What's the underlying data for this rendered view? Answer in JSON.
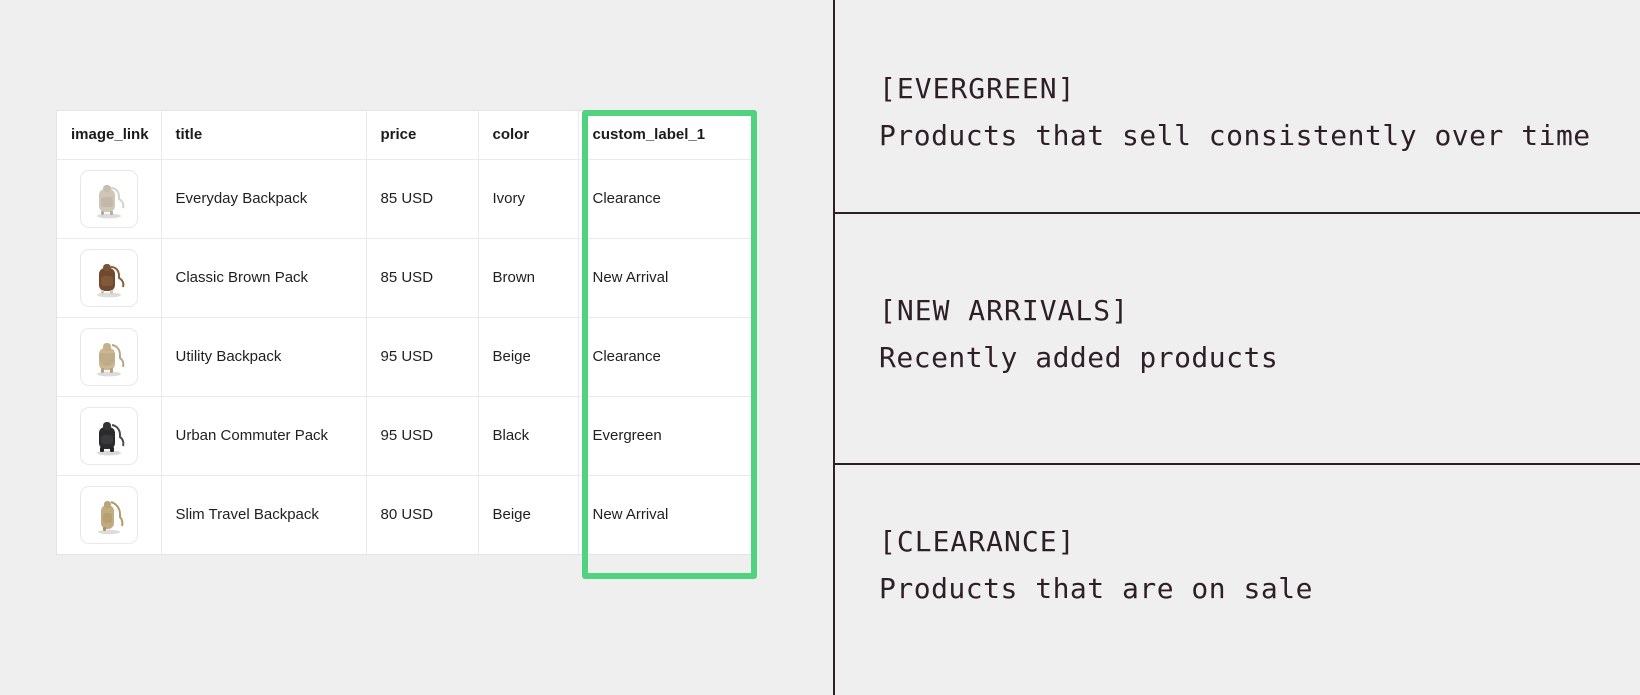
{
  "colors": {
    "page_background": "#efefef",
    "highlight_green": "#51d27e",
    "panel_rule": "#2e1f26",
    "table_background": "#ffffff",
    "table_border": "#eaeaea",
    "text": "#1f1f1f"
  },
  "table": {
    "columns": [
      {
        "key": "image_link",
        "label": "image_link",
        "highlighted": false
      },
      {
        "key": "title",
        "label": "title",
        "highlighted": false
      },
      {
        "key": "price",
        "label": "price",
        "highlighted": false
      },
      {
        "key": "color",
        "label": "color",
        "highlighted": false
      },
      {
        "key": "custom_label_1",
        "label": "custom_label_1",
        "highlighted": true
      }
    ],
    "highlighted_column": "custom_label_1",
    "rows": [
      {
        "image_icon": "backpack-ivory-thumbnail",
        "image_color": "#cfc6b8",
        "title": "Everyday Backpack",
        "price": "85 USD",
        "color": "Ivory",
        "custom_label_1": "Clearance"
      },
      {
        "image_icon": "backpack-brown-thumbnail",
        "image_color": "#6f4a2f",
        "title": "Classic Brown Pack",
        "price": "85 USD",
        "color": "Brown",
        "custom_label_1": "New Arrival"
      },
      {
        "image_icon": "backpack-beige-thumbnail",
        "image_color": "#cbb792",
        "title": "Utility Backpack",
        "price": "95 USD",
        "color": "Beige",
        "custom_label_1": "Clearance"
      },
      {
        "image_icon": "backpack-black-thumbnail",
        "image_color": "#2b2b2d",
        "title": "Urban Commuter Pack",
        "price": "95 USD",
        "color": "Black",
        "custom_label_1": "Evergreen"
      },
      {
        "image_icon": "backpack-tan-thumbnail",
        "image_color": "#c3ab80",
        "title": "Slim Travel Backpack",
        "price": "80 USD",
        "color": "Beige",
        "custom_label_1": "New Arrival"
      }
    ]
  },
  "legend": {
    "items": [
      {
        "tag": "[EVERGREEN]",
        "description": "Products that sell consistently over time"
      },
      {
        "tag": "[NEW ARRIVALS]",
        "description": "Recently added products"
      },
      {
        "tag": "[CLEARANCE]",
        "description": "Products that are on sale"
      }
    ]
  }
}
